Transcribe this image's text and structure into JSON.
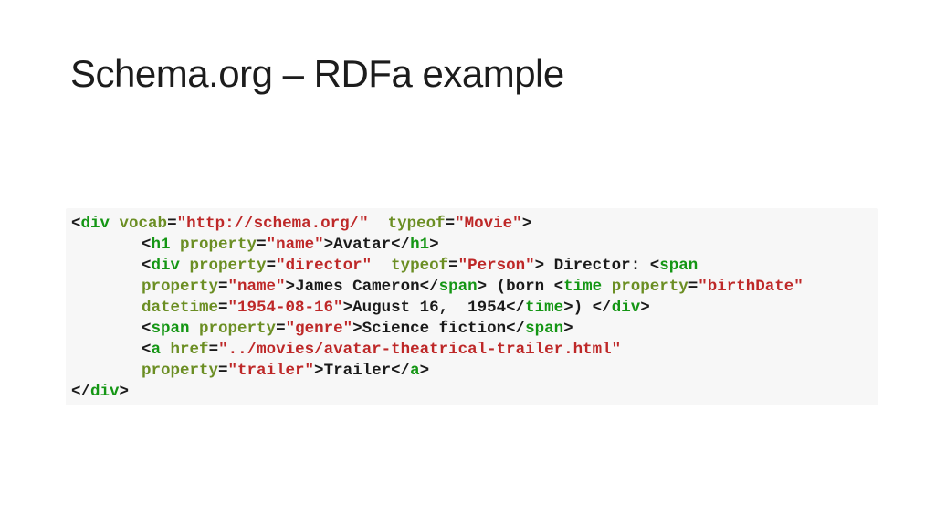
{
  "slide": {
    "title": "Schema.org – RDFa example"
  },
  "colors": {
    "tag": "#149614",
    "attribute": "#6B8E23",
    "string": "#BE2828",
    "text": "#1A1A1A",
    "title": "#1C1C1C",
    "code_background": "#F7F7F7",
    "slide_background": "#FFFFFF"
  },
  "code": {
    "language": "html-rdfa",
    "lines": [
      {
        "indent": 0,
        "segments": [
          {
            "t": "<",
            "c": "text"
          },
          {
            "t": "div",
            "c": "tag"
          },
          {
            "t": " ",
            "c": "text"
          },
          {
            "t": "vocab",
            "c": "attribute"
          },
          {
            "t": "=",
            "c": "text"
          },
          {
            "t": "\"http://schema.org/\"",
            "c": "string"
          },
          {
            "t": "  ",
            "c": "text"
          },
          {
            "t": "typeof",
            "c": "attribute"
          },
          {
            "t": "=",
            "c": "text"
          },
          {
            "t": "\"Movie\"",
            "c": "string"
          },
          {
            "t": ">",
            "c": "text"
          }
        ]
      },
      {
        "indent": 1,
        "segments": [
          {
            "t": "<",
            "c": "text"
          },
          {
            "t": "h1",
            "c": "tag"
          },
          {
            "t": " ",
            "c": "text"
          },
          {
            "t": "property",
            "c": "attribute"
          },
          {
            "t": "=",
            "c": "text"
          },
          {
            "t": "\"name\"",
            "c": "string"
          },
          {
            "t": ">",
            "c": "text"
          },
          {
            "t": "Avatar",
            "c": "text"
          },
          {
            "t": "</",
            "c": "text"
          },
          {
            "t": "h1",
            "c": "tag"
          },
          {
            "t": ">",
            "c": "text"
          }
        ]
      },
      {
        "indent": 1,
        "segments": [
          {
            "t": "<",
            "c": "text"
          },
          {
            "t": "div",
            "c": "tag"
          },
          {
            "t": " ",
            "c": "text"
          },
          {
            "t": "property",
            "c": "attribute"
          },
          {
            "t": "=",
            "c": "text"
          },
          {
            "t": "\"director\"",
            "c": "string"
          },
          {
            "t": "  ",
            "c": "text"
          },
          {
            "t": "typeof",
            "c": "attribute"
          },
          {
            "t": "=",
            "c": "text"
          },
          {
            "t": "\"Person\"",
            "c": "string"
          },
          {
            "t": "> Director: ",
            "c": "text"
          },
          {
            "t": "<",
            "c": "text"
          },
          {
            "t": "span",
            "c": "tag"
          }
        ]
      },
      {
        "indent": 1,
        "segments": [
          {
            "t": "property",
            "c": "attribute"
          },
          {
            "t": "=",
            "c": "text"
          },
          {
            "t": "\"name\"",
            "c": "string"
          },
          {
            "t": ">",
            "c": "text"
          },
          {
            "t": "James Cameron",
            "c": "text"
          },
          {
            "t": "</",
            "c": "text"
          },
          {
            "t": "span",
            "c": "tag"
          },
          {
            "t": ">",
            "c": "text"
          },
          {
            "t": " (born ",
            "c": "text"
          },
          {
            "t": "<",
            "c": "text"
          },
          {
            "t": "time",
            "c": "tag"
          },
          {
            "t": " ",
            "c": "text"
          },
          {
            "t": "property",
            "c": "attribute"
          },
          {
            "t": "=",
            "c": "text"
          },
          {
            "t": "\"birthDate\"",
            "c": "string"
          }
        ]
      },
      {
        "indent": 1,
        "segments": [
          {
            "t": "datetime",
            "c": "attribute"
          },
          {
            "t": "=",
            "c": "text"
          },
          {
            "t": "\"1954-08-16\"",
            "c": "string"
          },
          {
            "t": ">",
            "c": "text"
          },
          {
            "t": "August 16,  1954",
            "c": "text"
          },
          {
            "t": "</",
            "c": "text"
          },
          {
            "t": "time",
            "c": "tag"
          },
          {
            "t": ">",
            "c": "text"
          },
          {
            "t": ") ",
            "c": "text"
          },
          {
            "t": "</",
            "c": "text"
          },
          {
            "t": "div",
            "c": "tag"
          },
          {
            "t": ">",
            "c": "text"
          }
        ]
      },
      {
        "indent": 1,
        "segments": [
          {
            "t": "<",
            "c": "text"
          },
          {
            "t": "span",
            "c": "tag"
          },
          {
            "t": " ",
            "c": "text"
          },
          {
            "t": "property",
            "c": "attribute"
          },
          {
            "t": "=",
            "c": "text"
          },
          {
            "t": "\"genre\"",
            "c": "string"
          },
          {
            "t": ">",
            "c": "text"
          },
          {
            "t": "Science fiction",
            "c": "text"
          },
          {
            "t": "</",
            "c": "text"
          },
          {
            "t": "span",
            "c": "tag"
          },
          {
            "t": ">",
            "c": "text"
          }
        ]
      },
      {
        "indent": 1,
        "segments": [
          {
            "t": "<",
            "c": "text"
          },
          {
            "t": "a",
            "c": "tag"
          },
          {
            "t": " ",
            "c": "text"
          },
          {
            "t": "href",
            "c": "attribute"
          },
          {
            "t": "=",
            "c": "text"
          },
          {
            "t": "\"../movies/avatar-theatrical-trailer.html\"",
            "c": "string"
          }
        ]
      },
      {
        "indent": 1,
        "segments": [
          {
            "t": "property",
            "c": "attribute"
          },
          {
            "t": "=",
            "c": "text"
          },
          {
            "t": "\"trailer\"",
            "c": "string"
          },
          {
            "t": ">",
            "c": "text"
          },
          {
            "t": "Trailer",
            "c": "text"
          },
          {
            "t": "</",
            "c": "text"
          },
          {
            "t": "a",
            "c": "tag"
          },
          {
            "t": ">",
            "c": "text"
          }
        ]
      },
      {
        "indent": 0,
        "segments": [
          {
            "t": "</",
            "c": "text"
          },
          {
            "t": "div",
            "c": "tag"
          },
          {
            "t": ">",
            "c": "text"
          }
        ]
      }
    ]
  }
}
